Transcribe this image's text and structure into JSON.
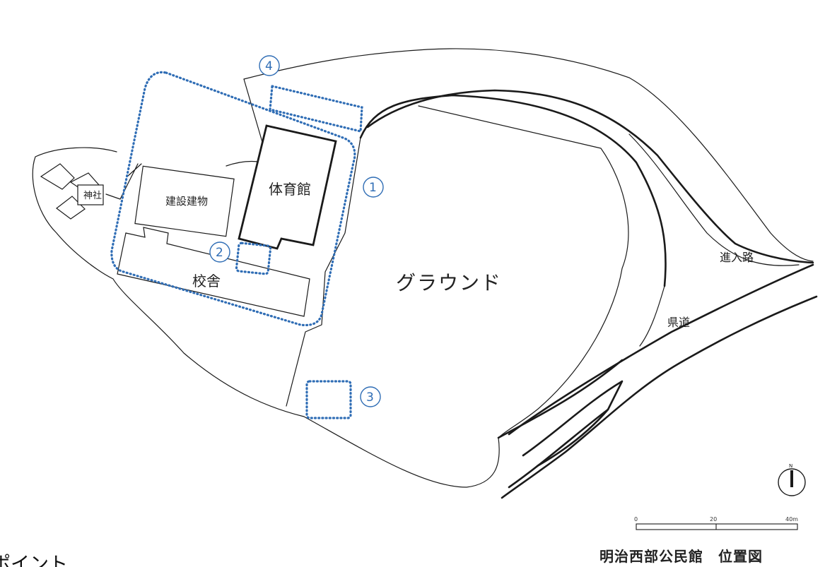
{
  "map": {
    "title": "明治西部公民館　位置図",
    "corner_caption": "ポイント",
    "labels": {
      "shrine": "神社",
      "construction_building": "建設建物",
      "gymnasium": "体育館",
      "school_building": "校舎",
      "ground": "グラウンド",
      "access_road": "進入路",
      "prefectural_road": "県道"
    },
    "markers": [
      {
        "id": 1,
        "label": "①"
      },
      {
        "id": 2,
        "label": "②"
      },
      {
        "id": 3,
        "label": "③"
      },
      {
        "id": 4,
        "label": "④"
      }
    ],
    "north_arrow": "N",
    "scale_bar": {
      "ticks": [
        "0",
        "20",
        "40m"
      ]
    },
    "colors": {
      "marker_blue": "#2f6db5",
      "linework": "#1a1a1a",
      "tree_green": "#8fb86a",
      "tree_light": "#c9dcb3"
    }
  }
}
